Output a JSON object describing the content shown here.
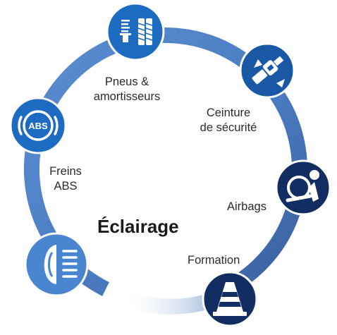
{
  "center_title": "Éclairage",
  "items": [
    {
      "id": "tyres",
      "lines": [
        "Pneus &",
        "amortisseurs"
      ],
      "icon": "tyre-shock-absorber-icon"
    },
    {
      "id": "seatbelt",
      "lines": [
        "Ceinture",
        "de sécurité"
      ],
      "icon": "seatbelt-icon"
    },
    {
      "id": "airbags",
      "lines": [
        "Airbags"
      ],
      "icon": "airbag-icon"
    },
    {
      "id": "training",
      "lines": [
        "Formation"
      ],
      "icon": "traffic-cone-icon"
    },
    {
      "id": "lighting",
      "lines": [],
      "icon": "headlight-icon"
    },
    {
      "id": "brakes",
      "lines": [
        "Freins",
        "ABS"
      ],
      "icon": "abs-icon"
    }
  ],
  "abs_badge_text": "ABS",
  "colors": {
    "ring": "#4d7fc4",
    "ring_light": "#8fb0dd",
    "blue_bright": "#1d6cc2",
    "blue_mid": "#1a58a6",
    "navy": "#122d62",
    "headlight_fill": "#4a86d0",
    "text": "#2b2b2b",
    "title": "#1a1a1a"
  }
}
